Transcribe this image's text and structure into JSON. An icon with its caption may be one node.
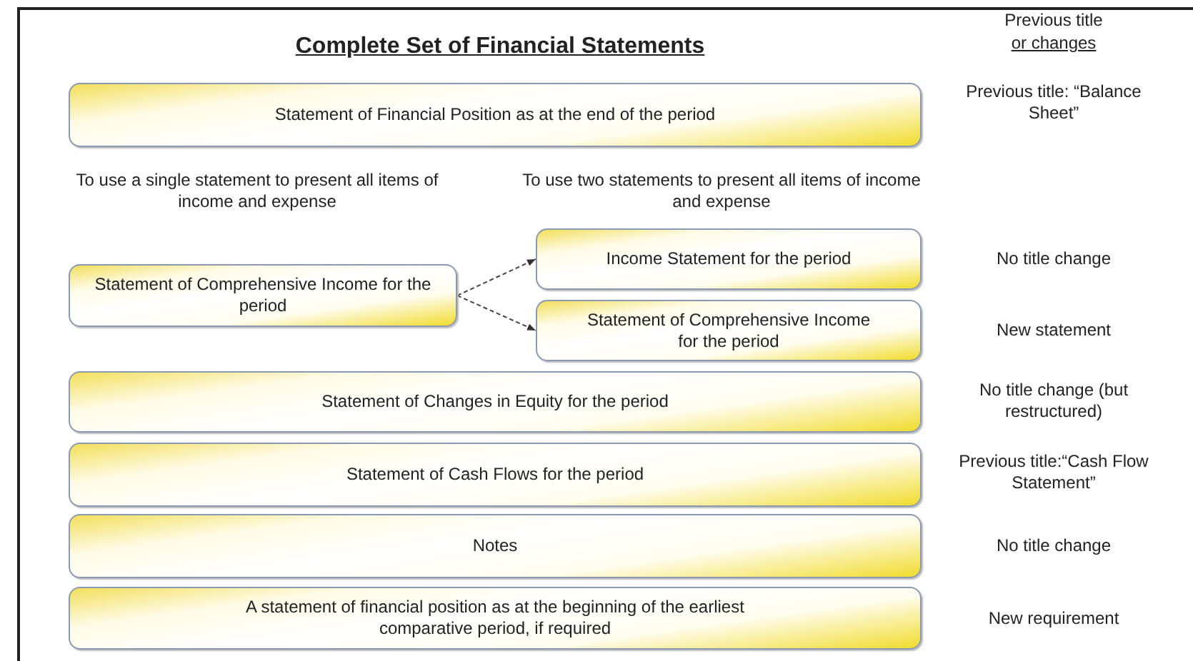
{
  "diagram": {
    "title": "Complete Set of Financial Statements",
    "nodes": [
      {
        "text": [
          "Statement of Financial Position as at the end of the period"
        ]
      },
      {
        "text": [
          "Statement of Comprehensive Income for the period"
        ]
      },
      {
        "text": [
          "Income Statement for the period"
        ]
      },
      {
        "text": [
          "Statement of Comprehensive Income for the period"
        ]
      },
      {
        "text": [
          "Statement of Changes in Equity for the period"
        ]
      },
      {
        "text": [
          "Statement of Cash Flows for the period"
        ]
      },
      {
        "text": [
          "Notes"
        ]
      },
      {
        "text": [
          "A statement of financial position as at the beginning of the earliest comparative period, if required"
        ]
      }
    ],
    "edges": [
      {
        "from": 1,
        "to": 2,
        "arrow": "to",
        "style": "dashed"
      },
      {
        "from": 1,
        "to": 3,
        "arrow": "to",
        "style": "dashed"
      }
    ],
    "labels": [
      "Previous title",
      "or changes",
      "Previous title: “Balance Sheet”",
      "To use a single statement to present all items of income and expense",
      "To use two statements to present all items of income and expense",
      "No title change",
      "New statement",
      "No title change (but restructured)",
      "Previous title:“Cash Flow Statement”",
      "No title change",
      "New requirement"
    ]
  }
}
